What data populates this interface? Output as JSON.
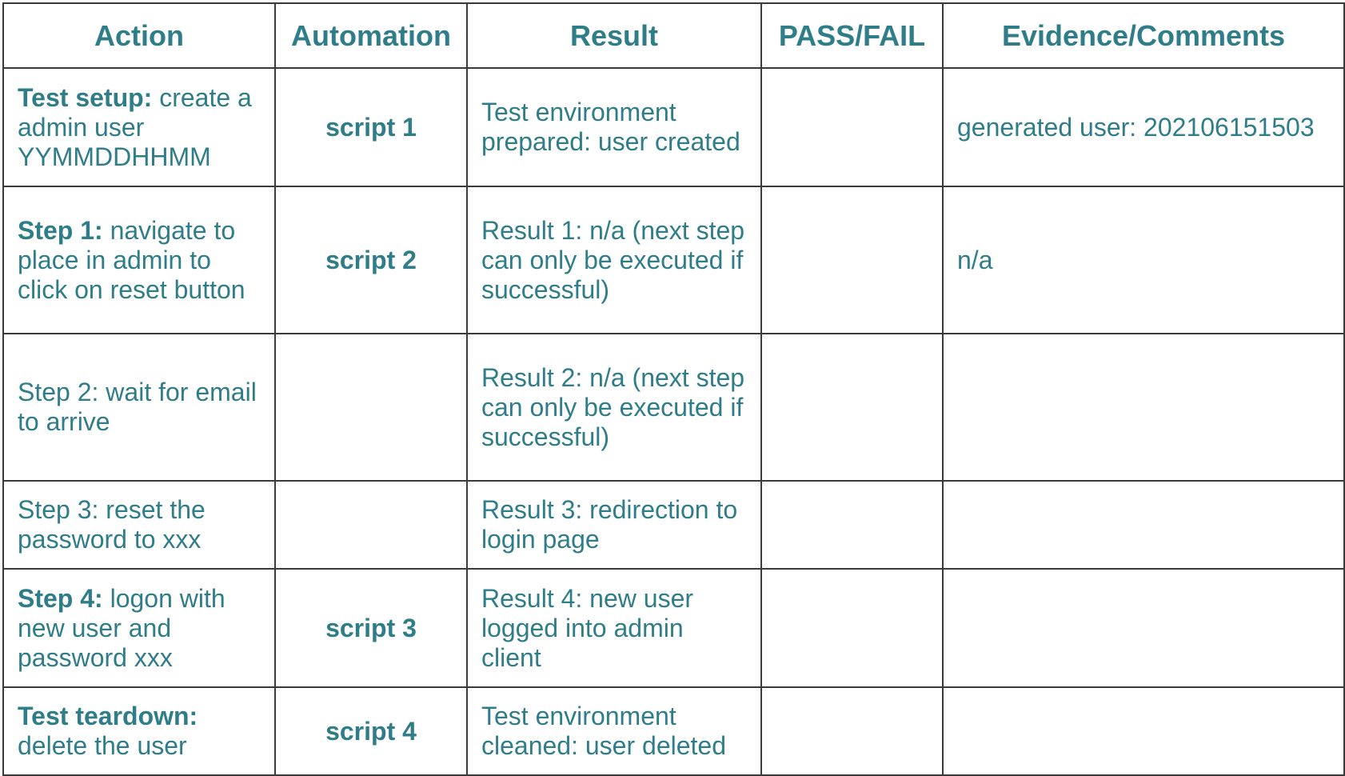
{
  "headers": {
    "action": "Action",
    "automation": "Automation",
    "result": "Result",
    "pass_fail": "PASS/FAIL",
    "evidence": "Evidence/Comments"
  },
  "rows": [
    {
      "action_bold": "Test setup:",
      "action_text": " create a admin user YYMMDDHHMM",
      "automation": "script 1",
      "result": "Test environment prepared: user created",
      "pass_fail": "",
      "evidence": "generated user: 202106151503"
    },
    {
      "action_bold": "Step 1:",
      "action_text": " navigate to place in admin to click on reset button",
      "automation": "script 2",
      "result": "Result 1: n/a (next step can only be executed if successful)",
      "pass_fail": "",
      "evidence": "n/a"
    },
    {
      "action_bold": "",
      "action_text": "Step 2: wait for email to arrive",
      "automation": "",
      "result": "Result 2: n/a (next step can only be executed if successful)",
      "pass_fail": "",
      "evidence": ""
    },
    {
      "action_bold": "",
      "action_text": "Step 3: reset the password to xxx",
      "automation": "",
      "result": "Result 3: redirection to login page",
      "pass_fail": "",
      "evidence": ""
    },
    {
      "action_bold": "Step 4:",
      "action_text": " logon with new user and password xxx",
      "automation": "script 3",
      "result": "Result 4: new user logged into admin client",
      "pass_fail": "",
      "evidence": ""
    },
    {
      "action_bold": "Test teardown:",
      "action_text": " delete the user",
      "automation": "script 4",
      "result": "Test environment cleaned: user deleted",
      "pass_fail": "",
      "evidence": ""
    }
  ],
  "colors": {
    "text": "#2f7d88",
    "border": "#3a3a3a"
  }
}
